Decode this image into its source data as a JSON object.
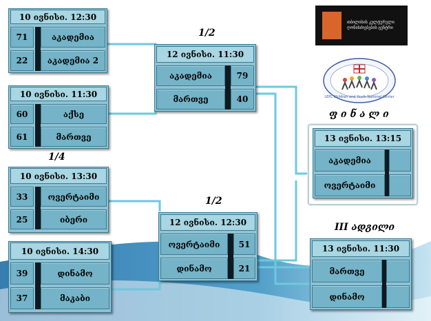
{
  "titles": {
    "semi": "1/2",
    "quarter": "1/4",
    "final": "ფ ი ნ ა ლ ი",
    "third": "III ადგილი"
  },
  "quarterfinals": [
    {
      "date": "10 ივნისი. 12:30",
      "teams": [
        {
          "score": "71",
          "name": "აკადემია"
        },
        {
          "score": "22",
          "name": "აკადემია 2"
        }
      ]
    },
    {
      "date": "10 ივნისი. 11:30",
      "teams": [
        {
          "score": "60",
          "name": "აქსე"
        },
        {
          "score": "61",
          "name": "მართვე"
        }
      ]
    },
    {
      "date": "10 ივნისი. 13:30",
      "teams": [
        {
          "score": "33",
          "name": "ოვერტაიმი"
        },
        {
          "score": "25",
          "name": "იბერი"
        }
      ]
    },
    {
      "date": "10 ივნისი. 14:30",
      "teams": [
        {
          "score": "39",
          "name": "დინამო"
        },
        {
          "score": "37",
          "name": "მაკაბი"
        }
      ]
    }
  ],
  "semifinals": [
    {
      "date": "12 ივნისი. 11:30",
      "teams": [
        {
          "name": "აკადემია",
          "score": "79"
        },
        {
          "name": "მართვე",
          "score": "40"
        }
      ]
    },
    {
      "date": "12 ივნისი. 12:30",
      "teams": [
        {
          "name": "ოვერტაიმი",
          "score": "51"
        },
        {
          "name": "დინამო",
          "score": "21"
        }
      ]
    }
  ],
  "final": {
    "date": "13 ივნისი. 13:15",
    "teams": [
      {
        "name": "აკადემია",
        "score": ""
      },
      {
        "name": "ოვერტაიმი",
        "score": ""
      }
    ]
  },
  "third_place": {
    "date": "13 ივნისი. 11:30",
    "teams": [
      {
        "name": "მართვე",
        "score": ""
      },
      {
        "name": "დინამო",
        "score": ""
      }
    ]
  },
  "logos": {
    "top_text": "თბილისის კულტურული ღონისძიებების ცენტრი",
    "badge_text": "LEPL Children and Youth National Center"
  },
  "colors": {
    "box": "#8fc3d4",
    "line": "#6cc9de",
    "header": "#a8d6e2"
  }
}
